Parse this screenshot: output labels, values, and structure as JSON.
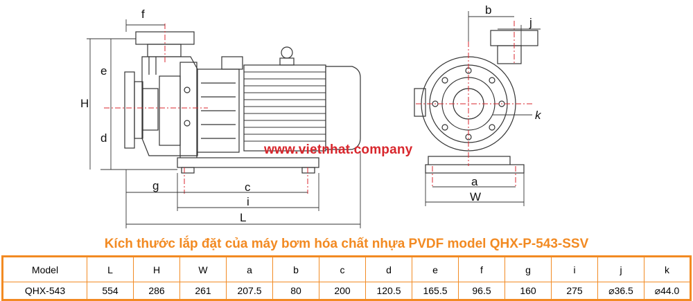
{
  "drawing": {
    "labels": {
      "f": "f",
      "e": "e",
      "H": "H",
      "d": "d",
      "g": "g",
      "c": "c",
      "i": "i",
      "L": "L",
      "b": "b",
      "j": "j",
      "k": "k",
      "a": "a",
      "W": "W"
    },
    "watermark": "www.vietnhat.company"
  },
  "caption": "Kích thước lắp đặt của máy bơm hóa chất nhựa PVDF model QHX-P-543-SSV",
  "table": {
    "headers": [
      "Model",
      "L",
      "H",
      "W",
      "a",
      "b",
      "c",
      "d",
      "e",
      "f",
      "g",
      "i",
      "j",
      "k"
    ],
    "rows": [
      [
        "QHX-543",
        "554",
        "286",
        "261",
        "207.5",
        "80",
        "200",
        "120.5",
        "165.5",
        "96.5",
        "160",
        "275",
        "⌀36.5",
        "⌀44.0"
      ]
    ]
  }
}
